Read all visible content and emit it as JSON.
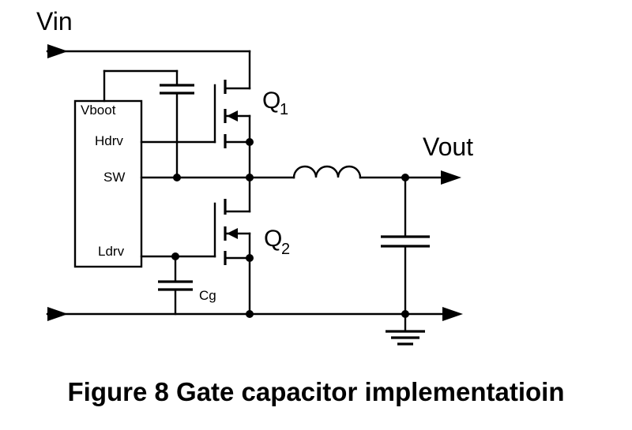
{
  "diagram": {
    "nets": {
      "vin": "Vin",
      "vout": "Vout"
    },
    "controller_pins": {
      "vboot": "Vboot",
      "hdrv": "Hdrv",
      "sw": "SW",
      "ldrv": "Ldrv"
    },
    "transistors": {
      "q1_letter": "Q",
      "q1_sub": "1",
      "q2_letter": "Q",
      "q2_sub": "2"
    },
    "capacitors": {
      "gate_cap": "Cg"
    }
  },
  "caption": "Figure 8 Gate capacitor implementatioin"
}
